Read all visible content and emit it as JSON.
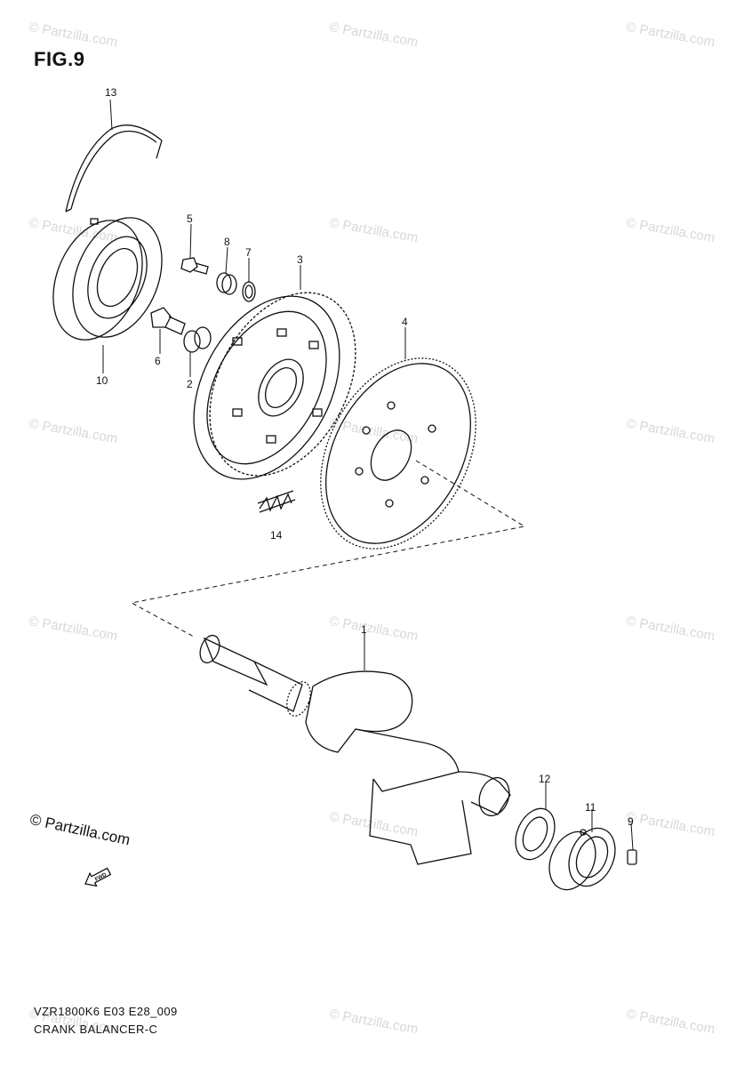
{
  "figure": {
    "title": "FIG.9",
    "code": "VZR1800K6 E03 E28_009",
    "name": "CRANK BALANCER-C"
  },
  "watermark": {
    "text": "© Partzilla.com",
    "brand": "© Partzilla.com"
  },
  "fwd_label": "FWD",
  "callouts": [
    "13",
    "5",
    "8",
    "7",
    "3",
    "10",
    "6",
    "2",
    "4",
    "14",
    "1",
    "12",
    "11",
    "9"
  ],
  "colors": {
    "line": "#111111",
    "watermark": "#d8d8d8"
  }
}
